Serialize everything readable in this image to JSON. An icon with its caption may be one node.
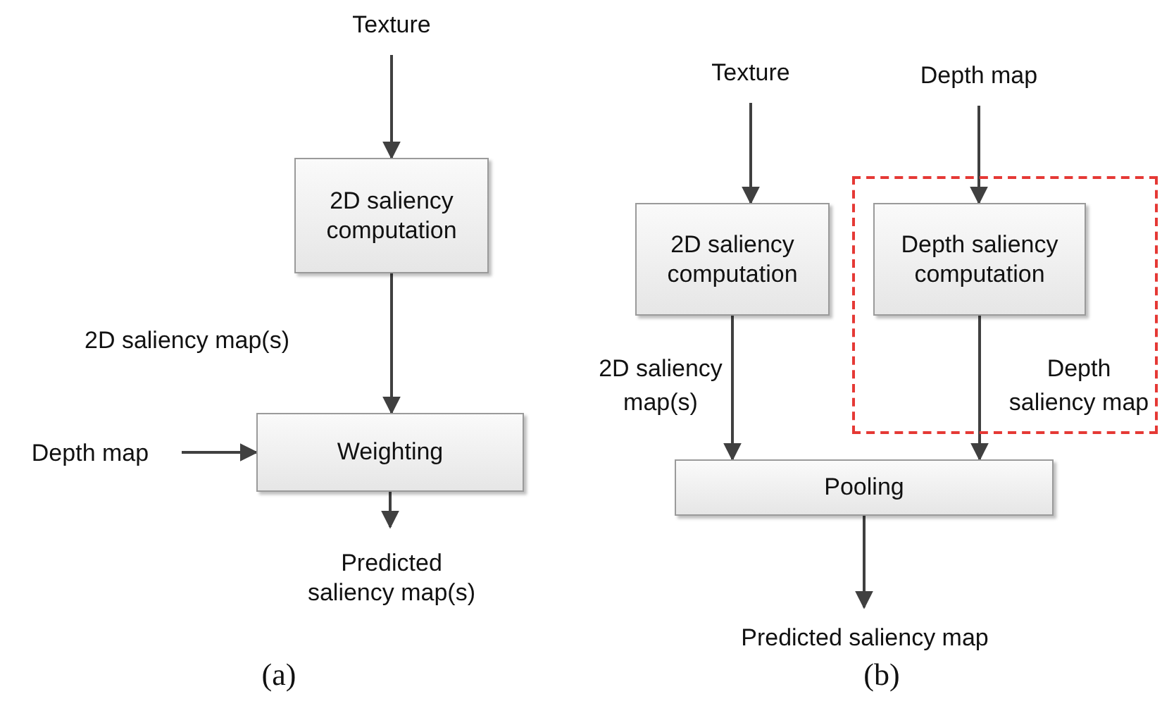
{
  "diagram": {
    "nodes": [
      {
        "text": [
          "Texture"
        ]
      },
      {
        "text": [
          "2D saliency computation"
        ]
      },
      {
        "text": [
          "Weighting"
        ]
      },
      {
        "text": [
          "Depth map"
        ]
      },
      {
        "text": [
          "Predicted saliency map(s)"
        ]
      },
      {
        "text": [
          "Texture"
        ]
      },
      {
        "text": [
          "Depth map"
        ]
      },
      {
        "text": [
          "2D saliency computation"
        ]
      },
      {
        "text": [],
        "shape": "box"
      },
      {
        "text": [
          "Depth saliency computation"
        ],
        "in": 8
      },
      {
        "text": [
          "Pooling"
        ]
      },
      {
        "text": [
          "Predicted saliency map"
        ]
      }
    ],
    "edges": [
      {
        "from": 0,
        "to": 1,
        "arrow": "to"
      },
      {
        "from": 1,
        "to": 2,
        "arrow": "to",
        "label": "2D saliency map(s)"
      },
      {
        "from": 3,
        "to": 2,
        "arrow": "to"
      },
      {
        "from": 2,
        "to": 4,
        "arrow": "to"
      },
      {
        "from": 5,
        "to": 7,
        "arrow": "to"
      },
      {
        "from": 6,
        "to": 9,
        "arrow": "to"
      },
      {
        "from": 7,
        "to": 10,
        "arrow": "to",
        "label": "2D saliency map(s)"
      },
      {
        "from": 9,
        "to": 10,
        "arrow": "to",
        "label": "Depth saliency map"
      },
      {
        "from": 10,
        "to": 11,
        "arrow": "to"
      }
    ],
    "labels": [
      "(a)",
      "(b)"
    ]
  }
}
